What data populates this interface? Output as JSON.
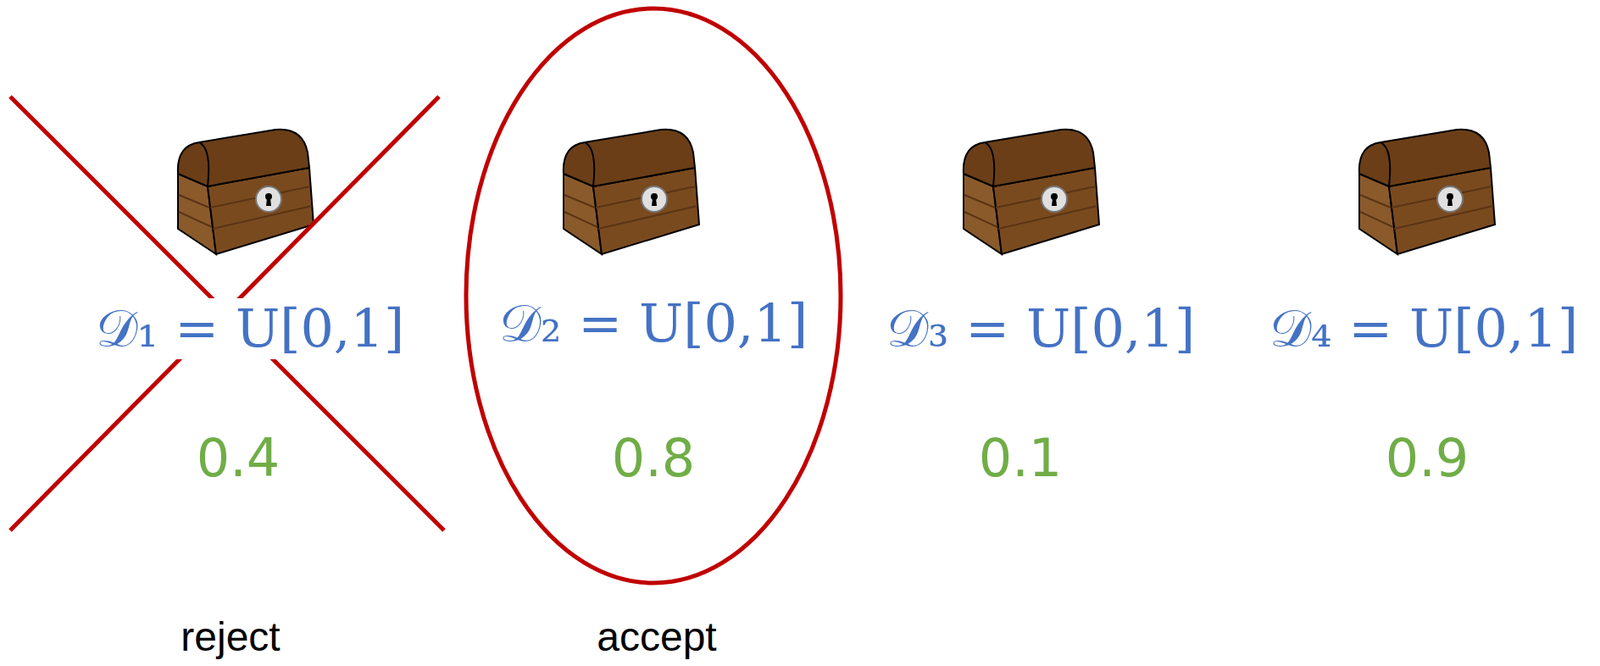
{
  "diagram": {
    "nodes": [
      {
        "text": [
          "𝒟₂ = U[0,1]",
          "0.8"
        ]
      }
    ],
    "labels": [
      "𝒟₁ = U[0,1]",
      "0.4",
      "reject",
      "accept",
      "𝒟₃ = U[0,1]",
      "0.1",
      "𝒟₄ = U[0,1]",
      "0.9"
    ]
  }
}
